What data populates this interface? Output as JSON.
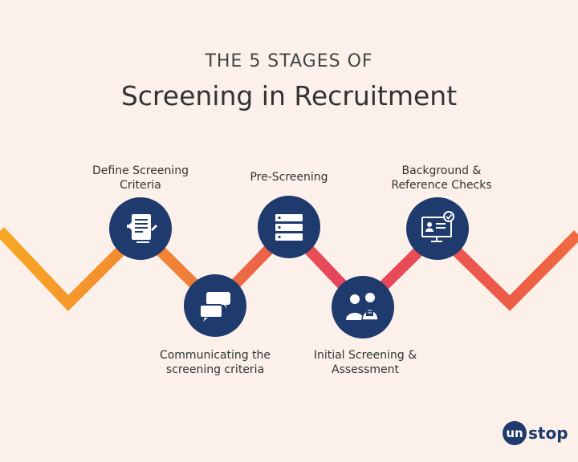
{
  "header": {
    "headline": "THE 5 STAGES OF",
    "title": "Screening in Recruitment"
  },
  "stages": [
    {
      "label": "Define Screening\nCriteria",
      "icon": "document-speaker-icon"
    },
    {
      "label": "Communicating the\nscreening criteria",
      "icon": "chat-bubbles-icon"
    },
    {
      "label": "Pre-Screening",
      "icon": "server-stack-icon"
    },
    {
      "label": "Initial Screening &\nAssessment",
      "icon": "interview-people-icon"
    },
    {
      "label": "Background &\nReference Checks",
      "icon": "id-card-monitor-icon"
    }
  ],
  "brand": {
    "logo_mark": "un",
    "logo_text": "stop"
  },
  "colors": {
    "circle": "#1f3b6e",
    "path_start": "#f7a823",
    "path_mid": "#e5415f",
    "path_end": "#f06a3e"
  }
}
